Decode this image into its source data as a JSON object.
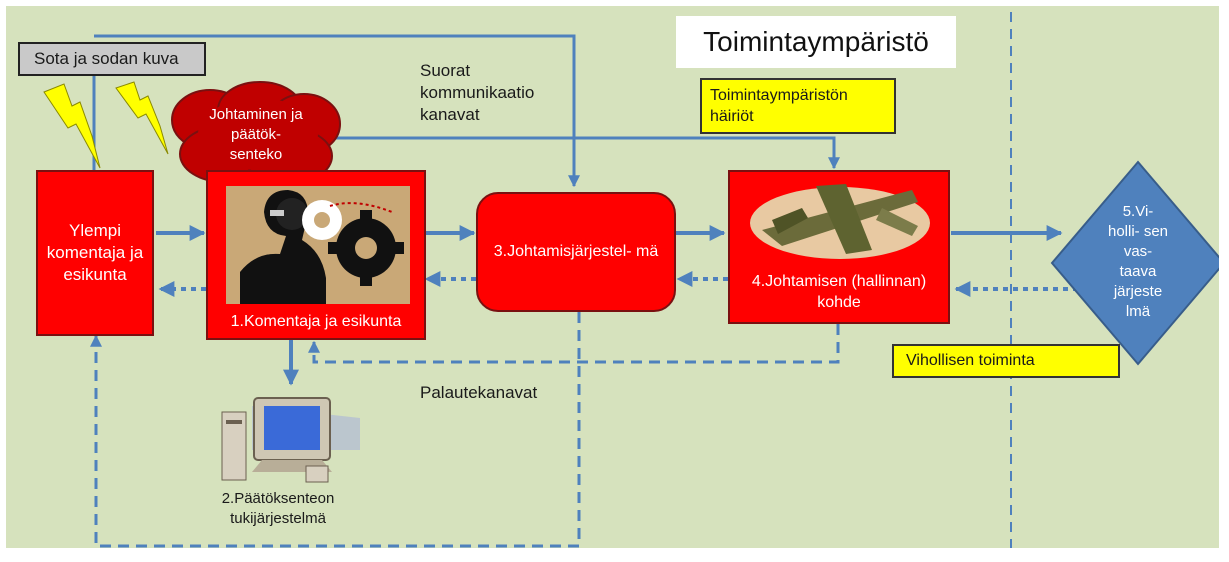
{
  "environment_title": "Toimintaympäristö",
  "war_label": "Sota ja sodan kuva",
  "cloud_label": "Johtaminen ja päätök- senteko",
  "direct_channels": "Suorat kommunikaatio kanavat",
  "feedback_channels": "Palautekanavat",
  "disturbances": "Toimintaympäristön häiriöt",
  "enemy_action": "Vihollisen toiminta",
  "nodes": {
    "higher_command": "Ylempi komentaja ja esikunta",
    "commander": "1.Komentaja ja esikunta",
    "support_system": "2.Päätöksenteon tukijärjestelmä",
    "command_system": "3.Johtamisjärjestel- mä",
    "target": "4.Johtamisen (hallinnan) kohde",
    "enemy_system": "5.Vi- holli- sen vas- taava järjeste lmä"
  },
  "colors": {
    "background": "#d6e2bd",
    "node_red": "#ff0000",
    "arrow_blue": "#4f81bd",
    "note_yellow": "#ffff00",
    "cloud_red": "#c00000"
  }
}
